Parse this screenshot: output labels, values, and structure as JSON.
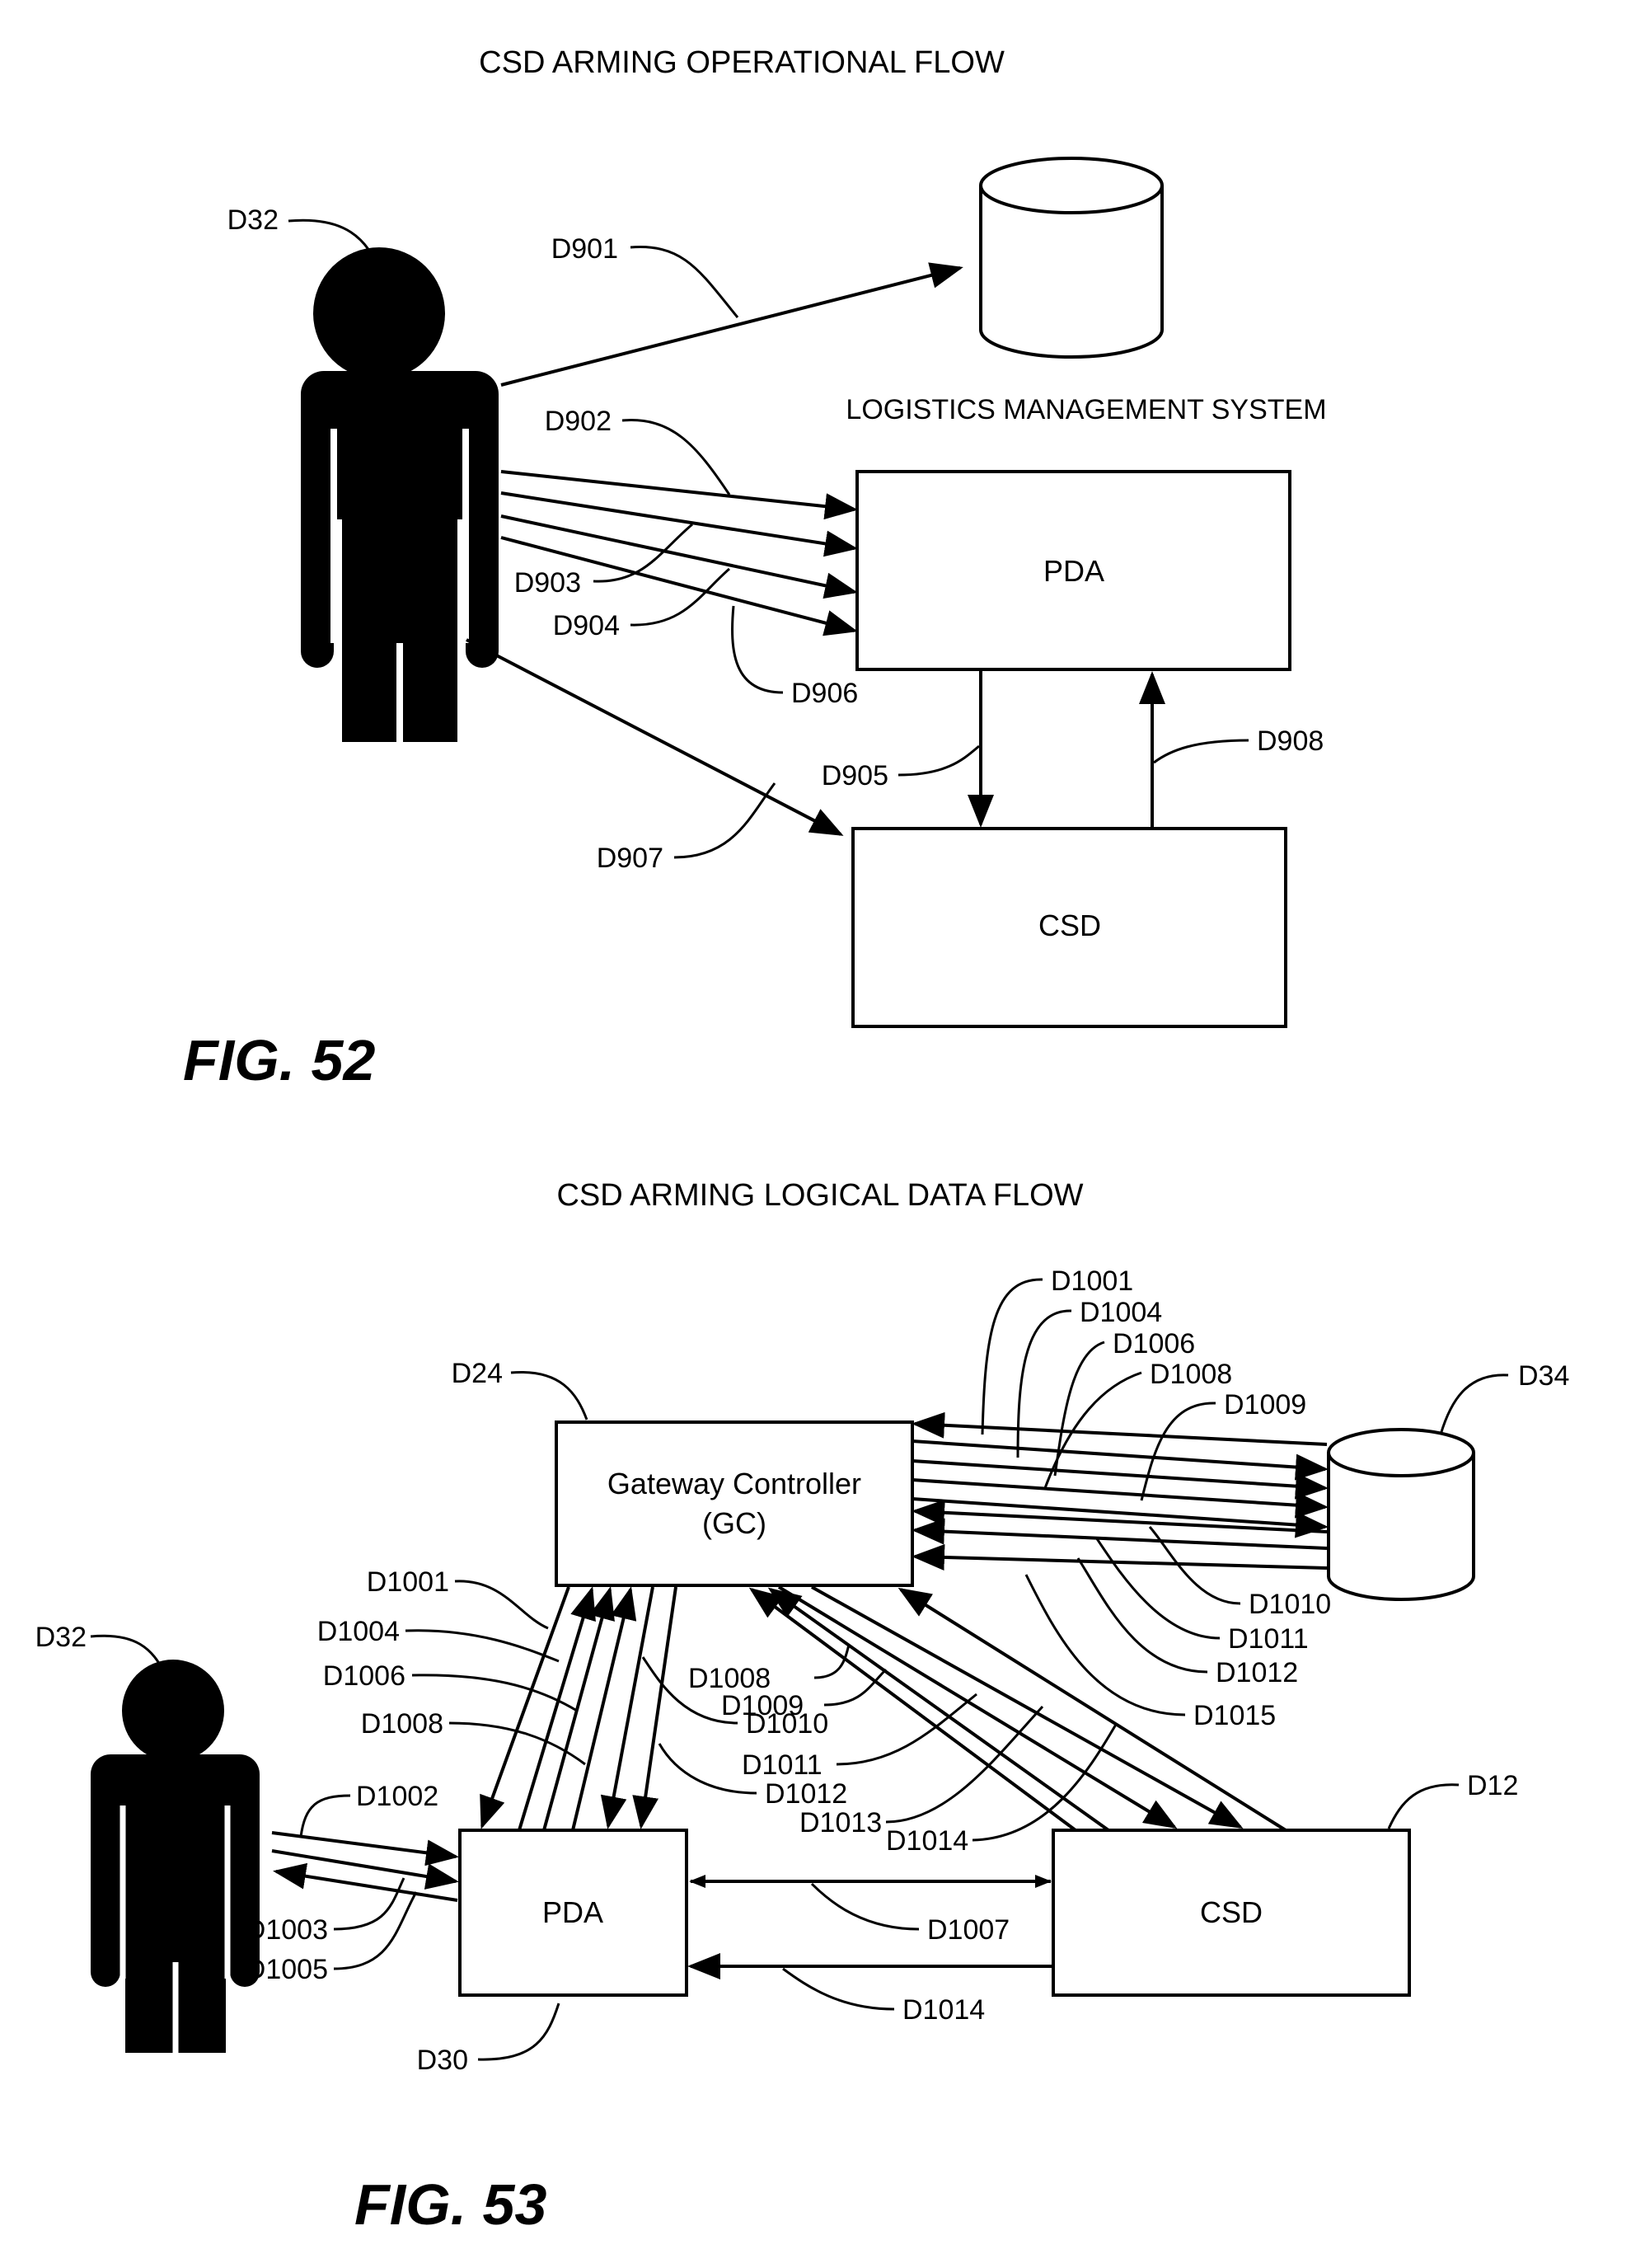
{
  "fig52": {
    "title": "CSD ARMING OPERATIONAL FLOW",
    "fig_label": "FIG. 52",
    "person_ref": "D32",
    "lms_label": "LOGISTICS MANAGEMENT SYSTEM",
    "pda_label": "PDA",
    "csd_label": "CSD",
    "refs": [
      "D901",
      "D902",
      "D903",
      "D904",
      "D906",
      "D905",
      "D908",
      "D907"
    ]
  },
  "fig53": {
    "title": "CSD ARMING LOGICAL DATA FLOW",
    "fig_label": "FIG. 53",
    "gc_line1": "Gateway Controller",
    "gc_line2": "(GC)",
    "pda_label": "PDA",
    "csd_label": "CSD",
    "refs": {
      "gc": "D24",
      "db": "D34",
      "person": "D32",
      "pda": "D30",
      "csd": "D12",
      "db_top": [
        "D1001",
        "D1004",
        "D1006",
        "D1008",
        "D1009"
      ],
      "db_bottom": [
        "D1010",
        "D1011",
        "D1012",
        "D1015"
      ],
      "gc_pda": [
        "D1001",
        "D1004",
        "D1006",
        "D1008",
        "D1010",
        "D1012"
      ],
      "gc_csd": [
        "D1008",
        "D1009",
        "D1011",
        "D1013",
        "D1014"
      ],
      "person_pda": [
        "D1002",
        "D1003",
        "D1005"
      ],
      "pda_csd": [
        "D1007",
        "D1014"
      ]
    }
  }
}
